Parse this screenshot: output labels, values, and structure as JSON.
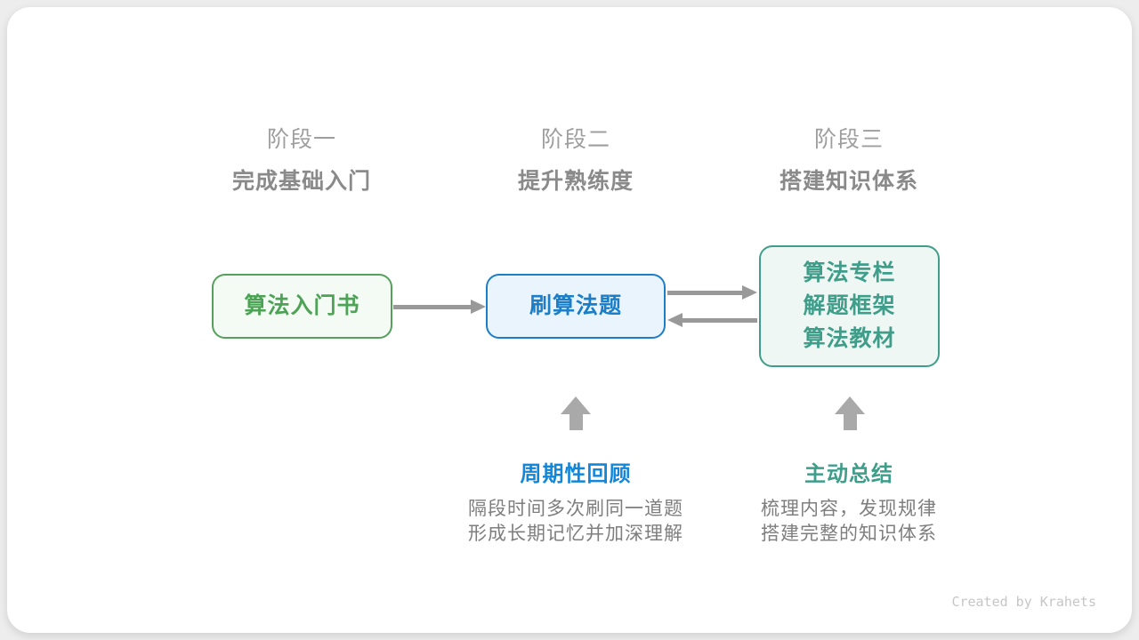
{
  "stages": [
    {
      "label": "阶段一",
      "subtitle": "完成基础入门"
    },
    {
      "label": "阶段二",
      "subtitle": "提升熟练度"
    },
    {
      "label": "阶段三",
      "subtitle": "搭建知识体系"
    }
  ],
  "nodes": [
    {
      "id": "intro-book",
      "lines": [
        "算法入门书"
      ],
      "color": "#55a05c",
      "bg": "#f4faf4"
    },
    {
      "id": "practice-problems",
      "lines": [
        "刷算法题"
      ],
      "color": "#1c7ec7",
      "bg": "#e9f4fc"
    },
    {
      "id": "knowledge-sources",
      "lines": [
        "算法专栏",
        "解题框架",
        "算法教材"
      ],
      "color": "#3f9e8a",
      "bg": "#eef7f3"
    }
  ],
  "edges": [
    {
      "name": "arrow-box1-to-box2",
      "direction": "right"
    },
    {
      "name": "arrow-box2-to-box3",
      "direction": "right"
    },
    {
      "name": "arrow-box3-to-box2",
      "direction": "left"
    },
    {
      "name": "up-arrow-review",
      "direction": "up"
    },
    {
      "name": "up-arrow-summary",
      "direction": "up"
    }
  ],
  "annotations": [
    {
      "title": "周期性回顾",
      "color": "#1287d9",
      "lines": [
        "隔段时间多次刷同一道题",
        "形成长期记忆并加深理解"
      ]
    },
    {
      "title": "主动总结",
      "color": "#3f9e8a",
      "lines": [
        "梳理内容，发现规律",
        "搭建完整的知识体系"
      ]
    }
  ],
  "credit": "Created by Krahets",
  "colors": {
    "page_bg": "#ededed",
    "card_bg": "#ffffff",
    "stage_label": "#9e9e9e",
    "stage_subtitle": "#8a8a8a",
    "arrow_gray": "#999999",
    "up_arrow_gray": "#a9a9a9",
    "desc_text": "#7e7e7e",
    "credit_text": "#c6c6c6"
  }
}
